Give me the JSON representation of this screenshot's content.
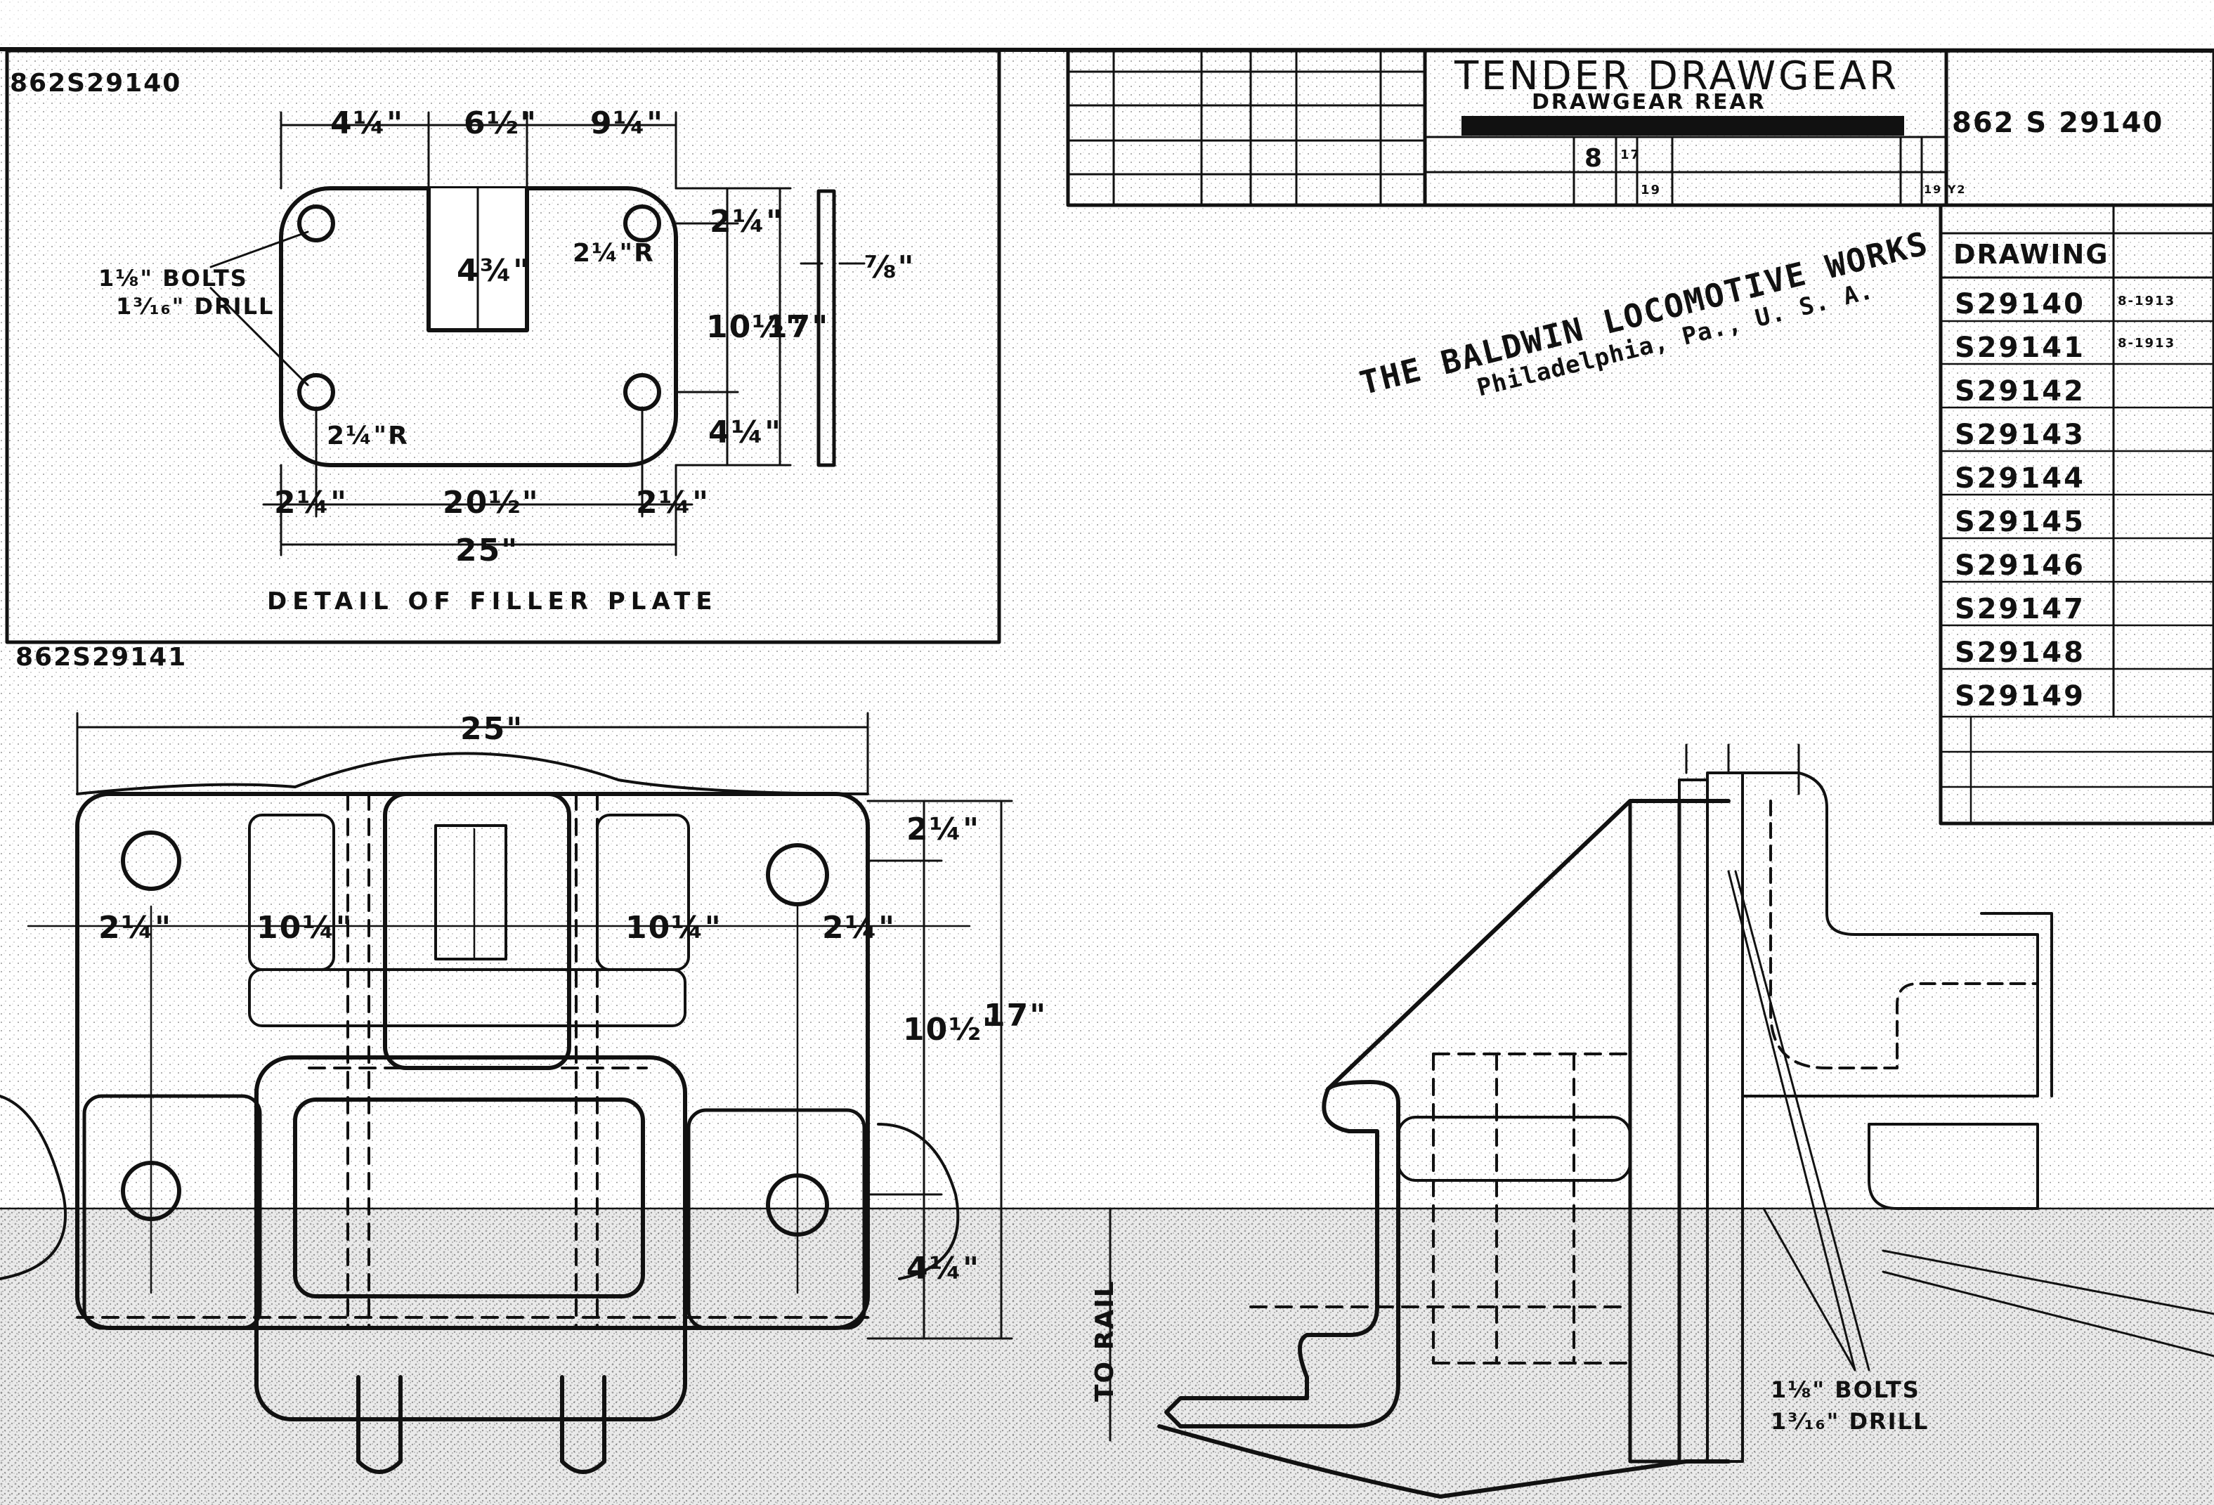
{
  "sheet_numbers": {
    "top_left": "862S29140",
    "middle_left": "862S29141",
    "top_right": "862 S 29140"
  },
  "title_block": {
    "title": "TENDER DRAWGEAR",
    "subtitle": "DRAWGEAR REAR",
    "scale_entry": "8",
    "cells": [
      "17",
      "19",
      "19 Y2"
    ]
  },
  "filler_plate": {
    "caption": "DETAIL OF FILLER PLATE",
    "dims": {
      "top_left": "4¼\"",
      "top_center": "6½\"",
      "top_right": "9¼\"",
      "slot_depth": "4¾\"",
      "corner_radius_top": "2¼\"R",
      "corner_radius_bottom": "2¼\"R",
      "right_top": "2¼\"",
      "right_middle": "10½\"",
      "right_bottom": "4¼\"",
      "height": "17\"",
      "thickness": "⅞\"",
      "bottom_left": "2¼\"",
      "bottom_center": "20½\"",
      "bottom_right": "2¼\"",
      "width": "25\""
    },
    "bolt_note": [
      "1⅛\" BOLTS",
      "1³⁄₁₆\" DRILL"
    ]
  },
  "main_view": {
    "dims": {
      "width": "25\"",
      "left_edge": "2¼\"",
      "left_center": "10¼\"",
      "right_center": "10¼\"",
      "right_edge": "2¼\"",
      "top": "2¼\"",
      "middle": "10½\"",
      "bottom": "4¼\"",
      "height": "17\"",
      "to_rail": "TO RAIL"
    },
    "bolt_note": [
      "1⅛\" BOLTS",
      "1³⁄₁₆\" DRILL"
    ]
  },
  "drawing_list": {
    "header": "DRAWING",
    "items": [
      "S29140",
      "S29141",
      "S29142",
      "S29143",
      "S29144",
      "S29145",
      "S29146",
      "S29147",
      "S29148",
      "S29149"
    ],
    "orders": [
      "8-1913",
      "8-1913"
    ]
  },
  "stamp": {
    "line1": "THE BALDWIN LOCOMOTIVE WORKS",
    "line2": "Philadelphia, Pa., U. S. A."
  }
}
